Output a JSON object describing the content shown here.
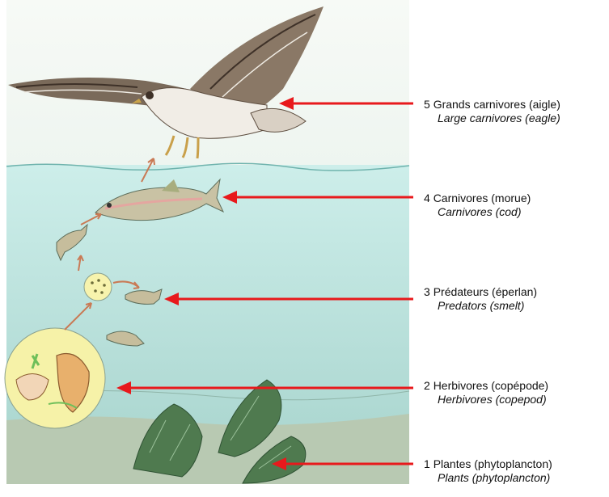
{
  "levels": [
    {
      "number": "5",
      "french": "Grands carnivores (aigle)",
      "english": "Large carnivores (eagle)"
    },
    {
      "number": "4",
      "french": "Carnivores (morue)",
      "english": "Carnivores (cod)"
    },
    {
      "number": "3",
      "french": "Prédateurs (éperlan)",
      "english": "Predators (smelt)"
    },
    {
      "number": "2",
      "french": "Herbivores (copépode)",
      "english": "Herbivores (copepod)"
    },
    {
      "number": "1",
      "french": "Plantes (phytoplancton)",
      "english": "Plants (phytoplancton)"
    }
  ],
  "colors": {
    "sky": "#f4f8f4",
    "water_top": "#c9ece8",
    "water_bottom": "#a9d5cf",
    "sediment": "#b6c8b0",
    "arrow_red": "#e8191c",
    "food_chain_arrow": "#c97a55",
    "plankton_circle": "#f6f2a8"
  }
}
